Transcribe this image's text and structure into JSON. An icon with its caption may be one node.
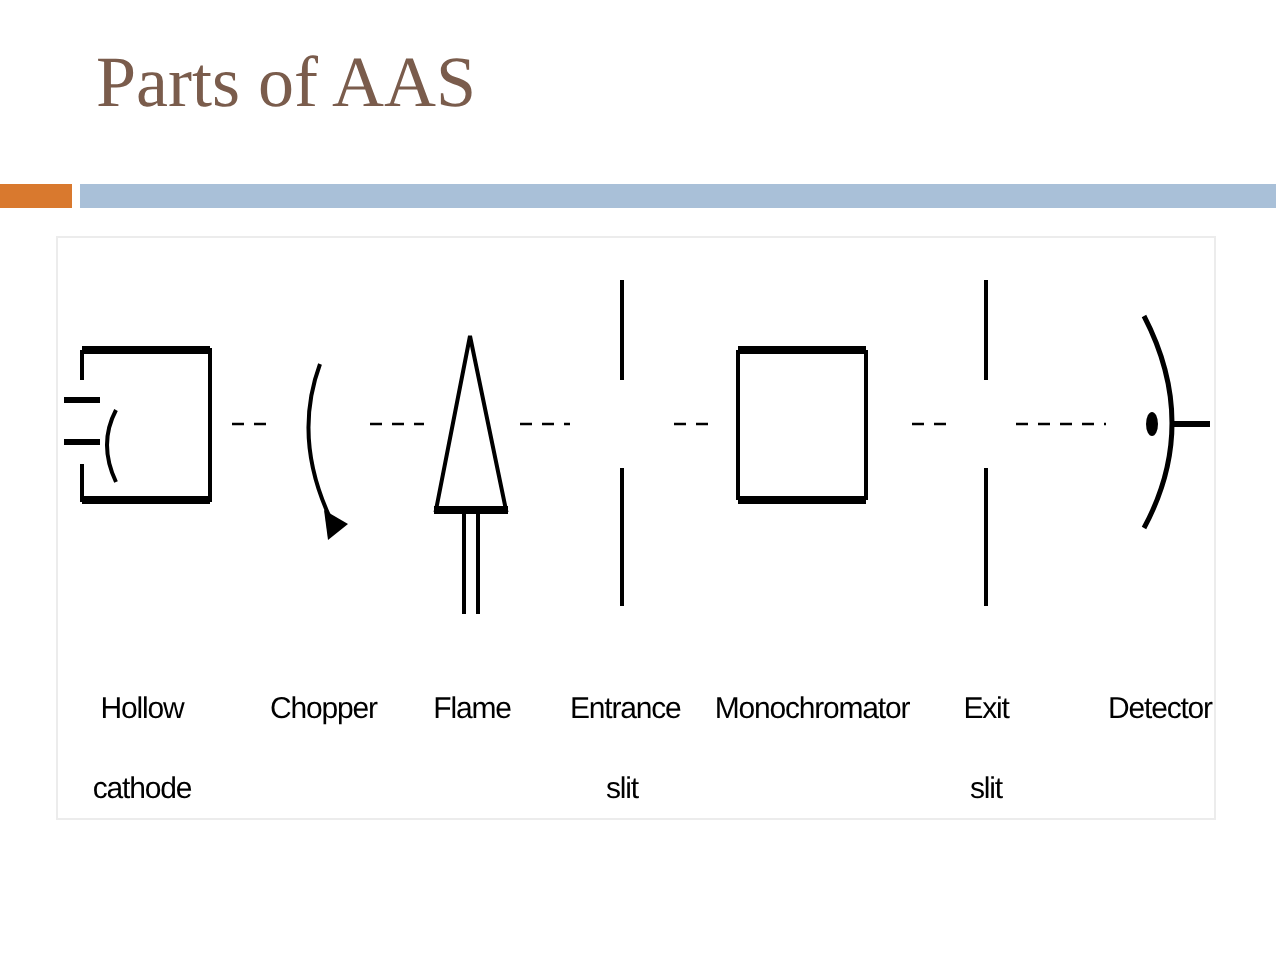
{
  "diagram": {
    "title": "Parts of AAS",
    "nodes": [
      {
        "text": [
          "Hollow cathode"
        ]
      },
      {
        "text": [
          "Chopper"
        ]
      },
      {
        "text": [
          "Flame"
        ]
      },
      {
        "text": [
          "Entrance slit"
        ]
      },
      {
        "text": [
          "Monochromator"
        ]
      },
      {
        "text": [
          "Exit slit"
        ]
      },
      {
        "text": [
          "Detector"
        ]
      }
    ],
    "edges": [
      {
        "from": 0,
        "to": 1,
        "arrow": "none",
        "style": "dashed"
      },
      {
        "from": 1,
        "to": 2,
        "arrow": "none",
        "style": "dashed"
      },
      {
        "from": 2,
        "to": 3,
        "arrow": "none",
        "style": "dashed"
      },
      {
        "from": 3,
        "to": 4,
        "arrow": "none",
        "style": "dashed"
      },
      {
        "from": 4,
        "to": 5,
        "arrow": "none",
        "style": "dashed"
      },
      {
        "from": 5,
        "to": 6,
        "arrow": "none",
        "style": "dashed"
      }
    ]
  }
}
